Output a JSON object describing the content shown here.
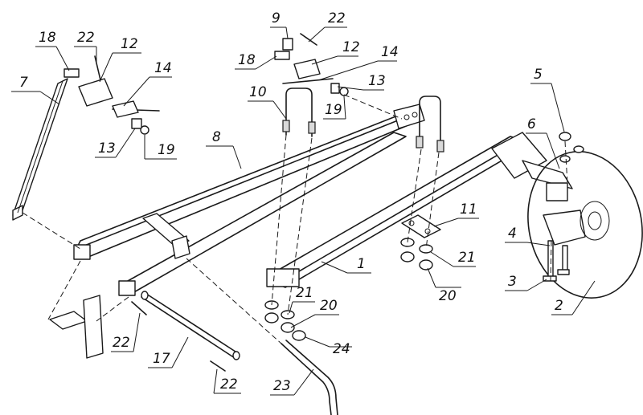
{
  "callouts": {
    "c1": "1",
    "c2": "2",
    "c3": "3",
    "c4": "4",
    "c5": "5",
    "c6": "6",
    "c7": "7",
    "c8": "8",
    "c9": "9",
    "c10": "10",
    "c11": "11",
    "c12a": "12",
    "c12b": "12",
    "c13a": "13",
    "c13b": "13",
    "c14a": "14",
    "c14b": "14",
    "c17": "17",
    "c18a": "18",
    "c18b": "18",
    "c19a": "19",
    "c19b": "19",
    "c20a": "20",
    "c20b": "20",
    "c21a": "21",
    "c21b": "21",
    "c22a": "22",
    "c22b": "22",
    "c22c": "22",
    "c22d": "22",
    "c23": "23",
    "c24": "24"
  }
}
